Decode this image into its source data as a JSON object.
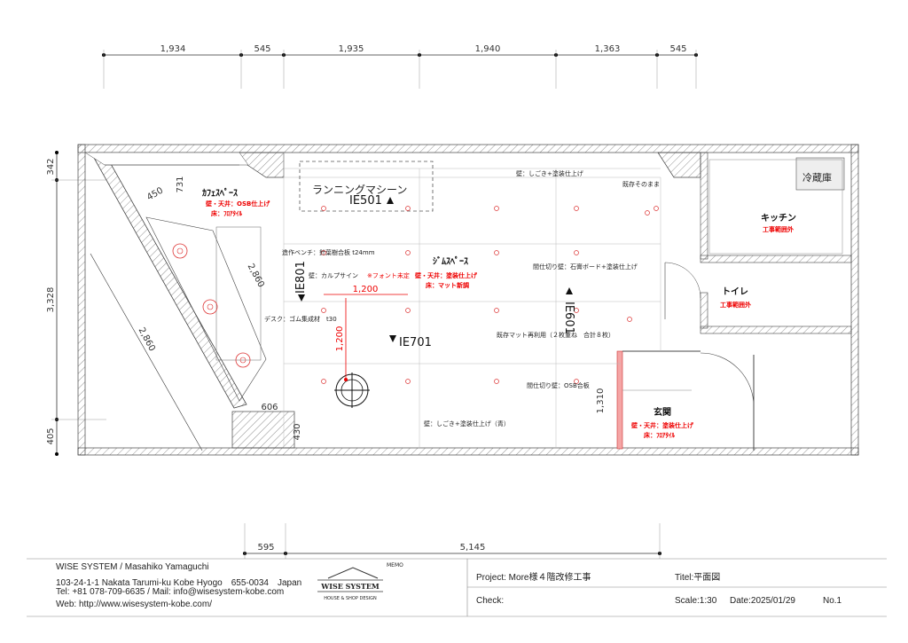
{
  "dims_top": [
    "1,934",
    "545",
    "1,935",
    "1,940",
    "1,363",
    "545"
  ],
  "dims_bottom": [
    "595",
    "5,145"
  ],
  "dims_left": [
    "342",
    "3,328",
    "405"
  ],
  "dims_misc": {
    "d450": "450",
    "d731": "731",
    "d2860a": "2,860",
    "d2860b": "2,860",
    "d1200h": "1,200",
    "d1200v": "1,200",
    "d606": "606",
    "d430": "430",
    "d1310": "1,310"
  },
  "rooms": {
    "cafe": {
      "name": "ｶﾌｪｽﾍﾟｰｽ",
      "wall": "壁・天井：OSB仕上げ",
      "floor": "床：ﾌﾛｱﾀｲﾙ"
    },
    "gym": {
      "name": "ｼﾞﾑｽﾍﾟｰｽ",
      "wall": "壁・天井：塗装仕上げ",
      "floor": "床：マット新調"
    },
    "kitchen": {
      "name": "キッチン",
      "note": "工事範囲外"
    },
    "toilet": {
      "name": "トイレ",
      "note": "工事範囲外"
    },
    "entrance": {
      "name": "玄関",
      "wall": "壁・天井：塗装仕上げ",
      "floor": "床：ﾌﾛｱﾀｲﾙ"
    },
    "fridge": "冷蔵庫",
    "running": "ランニングマシーン"
  },
  "elevations": {
    "ie501": "IE501",
    "ie701": "IE701",
    "ie801": "IE801",
    "ie601": "IE601"
  },
  "notes": {
    "n1": "壁：しごき+塗装仕上げ",
    "n2": "既存そのまま",
    "n3": "間仕切り壁：石膏ボード+塗装仕上げ",
    "n4": "造作ベンチ：針葉樹合板 t24mm",
    "n5": "壁：カルプサイン",
    "n5b": "※フォント未定",
    "n6": "デスク：ゴム集成材　t30",
    "n7": "既存マット再利用（２枚重ね　合計８枚）",
    "n8": "間仕切り壁：OSB合板",
    "n9": "壁：しごき+塗装仕上げ（青）"
  },
  "footer": {
    "company": "WISE SYSTEM / Masahiko Yamaguchi",
    "address": "103-24-1-1 Nakata Tarumi-ku Kobe Hyogo　655-0034　Japan",
    "contact": "Tel: +81 078-709-6635 / Mail: info@wisesystem-kobe.com",
    "web": "Web: http://www.wisesystem-kobe.com/",
    "logo_text": "WISE SYSTEM",
    "logo_sub": "HOUSE & SHOP DESIGN",
    "memo": "MEMO",
    "project": "Project: More様４階改修工事",
    "title": "Titel:平面図",
    "check": "Check:",
    "scale": "Scale:1:30",
    "date": "Date:2025/01/29",
    "no": "No.1"
  }
}
